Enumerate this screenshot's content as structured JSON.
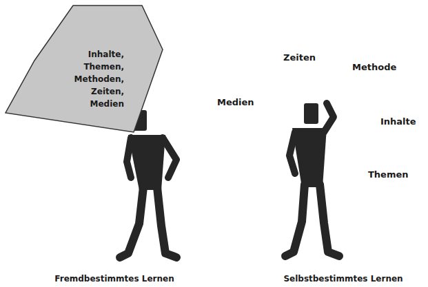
{
  "diagram": {
    "nodes": [
      {
        "text": [
          "Inhalte, Themen, Methoden, Zeiten, Medien"
        ]
      }
    ],
    "labels": [
      "Zeiten",
      "Methode",
      "Medien",
      "Inhalte",
      "Themen",
      "Fremdbestimmtes Lernen",
      "Selbstbestimmtes Lernen"
    ]
  }
}
